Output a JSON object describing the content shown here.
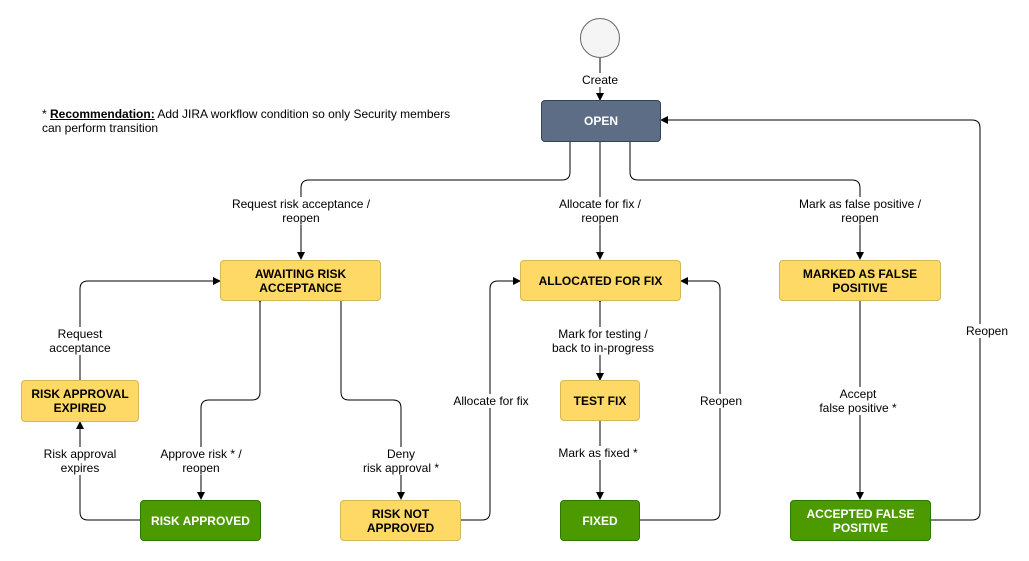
{
  "note": {
    "prefix": "* ",
    "emphasis": "Recommendation:",
    "text": " Add JIRA workflow condition so only Security members can perform transition"
  },
  "states": {
    "open": "OPEN",
    "awaiting_risk_acceptance": "AWAITING RISK ACCEPTANCE",
    "allocated_for_fix": "ALLOCATED FOR FIX",
    "marked_false_positive": "MARKED AS FALSE POSITIVE",
    "risk_approval_expired": "RISK APPROVAL EXPIRED",
    "test_fix": "TEST FIX",
    "risk_approved": "RISK APPROVED",
    "risk_not_approved": "RISK NOT APPROVED",
    "fixed": "FIXED",
    "accepted_false_positive": "ACCEPTED FALSE POSITIVE"
  },
  "transitions": {
    "create": "Create",
    "request_risk_acceptance": "Request risk acceptance /\nreopen",
    "allocate_for_fix_reopen": "Allocate for fix /\nreopen",
    "mark_false_positive": "Mark as false positive /\nreopen",
    "request_acceptance": "Request\nacceptance",
    "risk_approval_expires": "Risk approval\nexpires",
    "approve_risk": "Approve risk * /\nreopen",
    "deny_risk_approval": "Deny\nrisk approval *",
    "allocate_for_fix": "Allocate for fix",
    "mark_for_testing": "Mark for testing /\nback to in-progress",
    "mark_as_fixed": "Mark as fixed *",
    "reopen_fixed": "Reopen",
    "accept_false_positive": "Accept\nfalse positive *",
    "reopen_accepted": "Reopen"
  },
  "colors": {
    "open": "#5d6d85",
    "yellow_state": "#ffd966",
    "green_state": "#4d9900",
    "edge": "#000000"
  }
}
